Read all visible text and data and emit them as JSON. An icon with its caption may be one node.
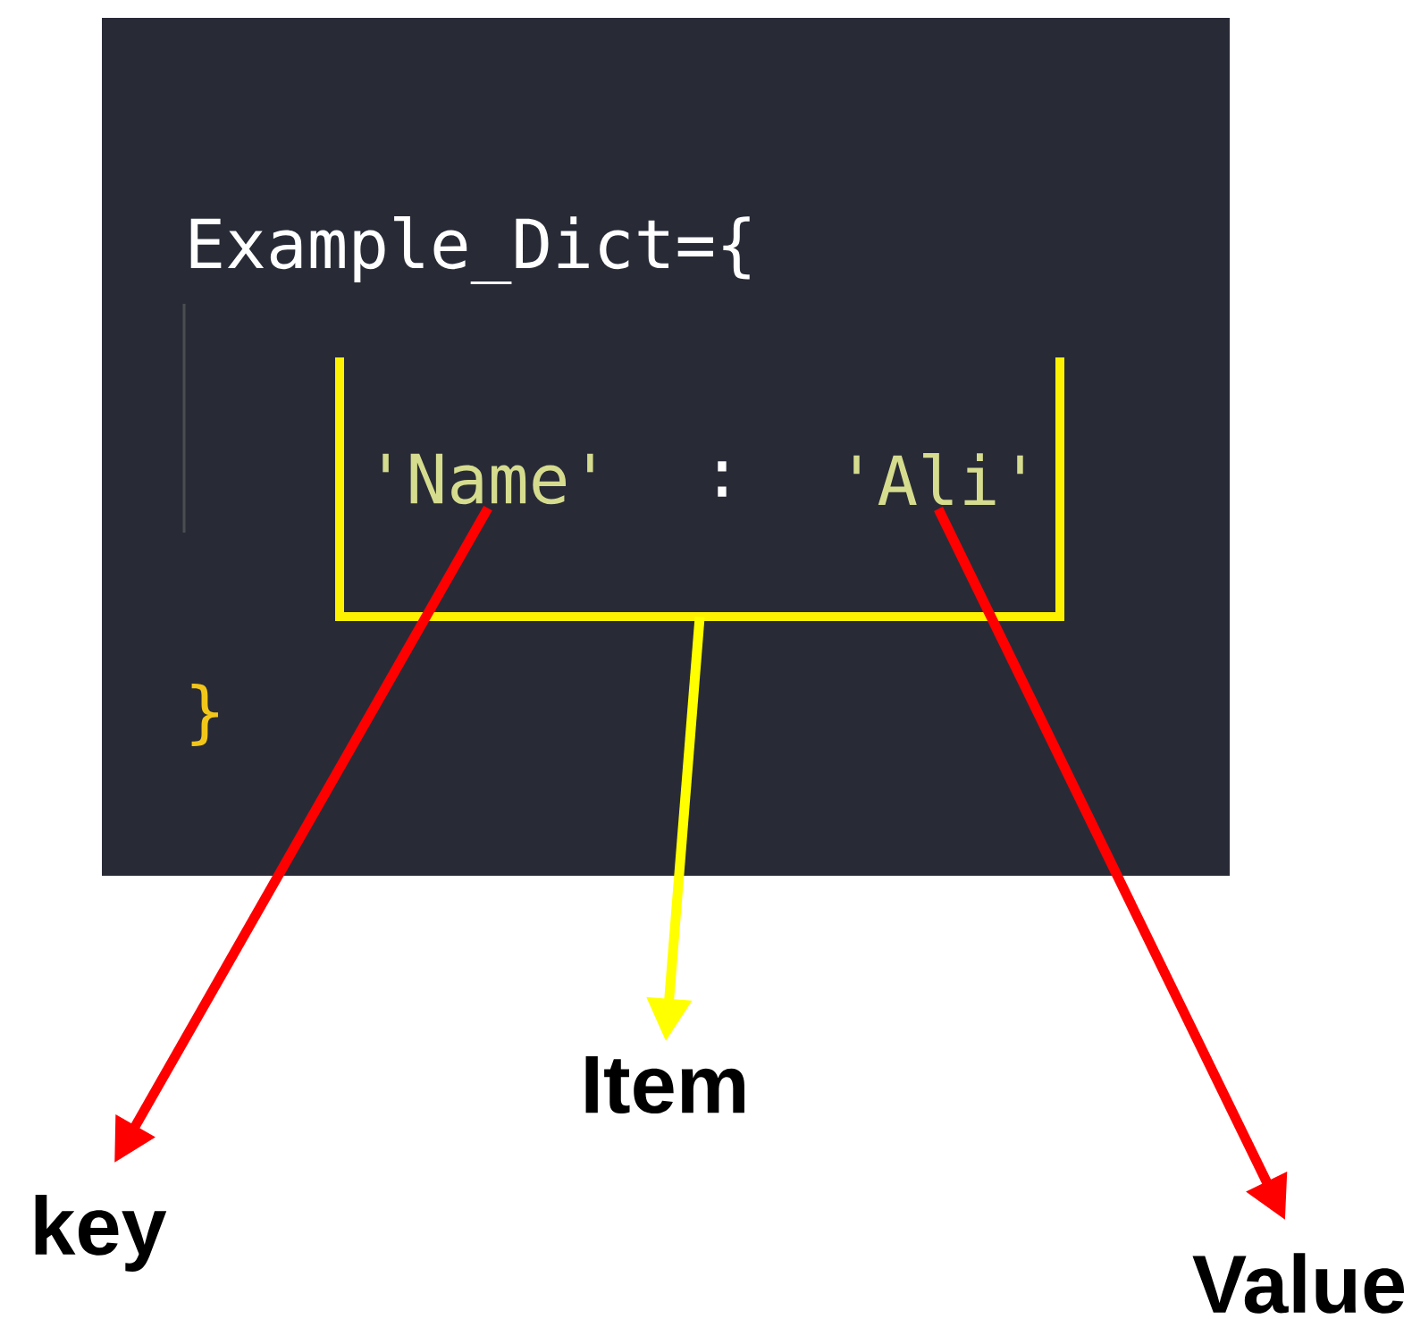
{
  "diagram": {
    "nodes": [
      {
        "text": [
          "Example_Dict={",
          "}"
        ]
      },
      {
        "text": [
          "'Name'"
        ],
        "in": 3
      },
      {
        "text": [
          "'Ali'"
        ],
        "in": 3
      },
      {
        "text": [],
        "shape": "bracket",
        "in": 0
      },
      {
        "text": [
          "key"
        ]
      },
      {
        "text": [
          "Item"
        ]
      },
      {
        "text": [
          "Value"
        ]
      }
    ],
    "edges": [
      {
        "from": 1,
        "to": 4,
        "arrow": "to",
        "color": "#ff0000"
      },
      {
        "from": 3,
        "to": 5,
        "arrow": "to",
        "color": "#ffff00"
      },
      {
        "from": 2,
        "to": 6,
        "arrow": "to",
        "color": "#ff0000"
      }
    ],
    "labels": [
      ":"
    ]
  }
}
